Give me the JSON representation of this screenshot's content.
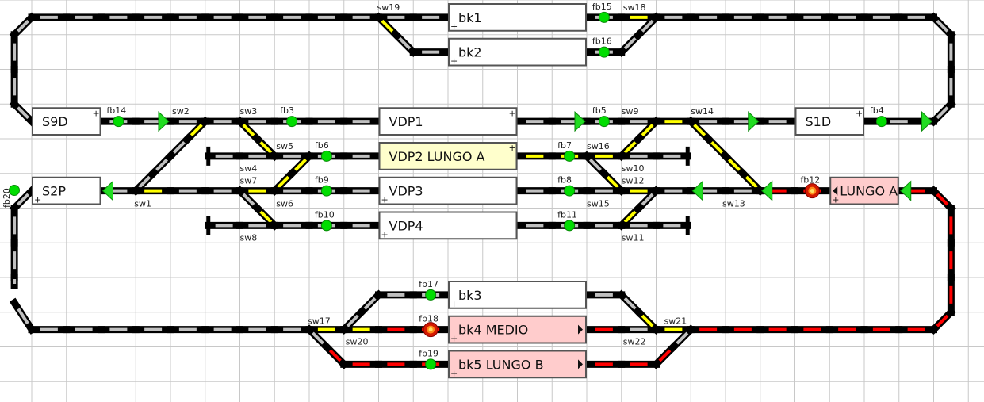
{
  "colors": {
    "rail": "#000000",
    "free": "#c0c0c0",
    "reserved": "#ffff00",
    "occupied": "#ff0000",
    "sensor_on": "#00dd00",
    "signal_green": "#22dd22",
    "block_free": "#ffffff",
    "block_reserved": "#ffffcc",
    "block_occupied": "#ffcccc",
    "grid": "#c8c8c8"
  },
  "blocks": [
    {
      "id": "bk1",
      "label": "bk1",
      "state": "free",
      "plus": "bottom-left"
    },
    {
      "id": "bk2",
      "label": "bk2",
      "state": "free",
      "plus": "bottom-left"
    },
    {
      "id": "S9D",
      "label": "S9D",
      "state": "free",
      "plus": "top-right"
    },
    {
      "id": "VDP1",
      "label": "VDP1",
      "state": "free",
      "plus": "top-right"
    },
    {
      "id": "S1D",
      "label": "S1D",
      "state": "free",
      "plus": "top-right"
    },
    {
      "id": "VDP2",
      "label": "VDP2 LUNGO A",
      "state": "reserved",
      "plus": "top-right"
    },
    {
      "id": "S2P",
      "label": "S2P",
      "state": "free",
      "plus": "bottom-left"
    },
    {
      "id": "VDP3",
      "label": "VDP3",
      "state": "free",
      "plus": "bottom-left"
    },
    {
      "id": "LUNGO",
      "label": "LUNGO A",
      "state": "occupied",
      "plus": "bottom-left",
      "direction": "left"
    },
    {
      "id": "VDP4",
      "label": "VDP4",
      "state": "free",
      "plus": "bottom-left"
    },
    {
      "id": "bk3",
      "label": "bk3",
      "state": "free",
      "plus": "bottom-left"
    },
    {
      "id": "bk4",
      "label": "bk4 MEDIO",
      "state": "occupied",
      "plus": "bottom-left",
      "direction": "right"
    },
    {
      "id": "bk5",
      "label": "bk5 LUNGO B",
      "state": "occupied",
      "plus": "bottom-left",
      "direction": "right"
    }
  ],
  "sensors": [
    {
      "id": "fb14",
      "label": "fb14",
      "state": "on"
    },
    {
      "id": "fb3",
      "label": "fb3",
      "state": "on"
    },
    {
      "id": "fb15",
      "label": "fb15",
      "state": "on"
    },
    {
      "id": "fb16",
      "label": "fb16",
      "state": "on"
    },
    {
      "id": "fb5",
      "label": "fb5",
      "state": "on"
    },
    {
      "id": "fb4",
      "label": "fb4",
      "state": "on"
    },
    {
      "id": "fb6",
      "label": "fb6",
      "state": "on"
    },
    {
      "id": "fb7",
      "label": "fb7",
      "state": "on"
    },
    {
      "id": "fb9",
      "label": "fb9",
      "state": "on"
    },
    {
      "id": "fb8",
      "label": "fb8",
      "state": "on"
    },
    {
      "id": "fb12",
      "label": "fb12",
      "state": "occupied"
    },
    {
      "id": "fb10",
      "label": "fb10",
      "state": "on"
    },
    {
      "id": "fb11",
      "label": "fb11",
      "state": "on"
    },
    {
      "id": "fb20",
      "label": "fb20",
      "state": "on"
    },
    {
      "id": "fb17",
      "label": "fb17",
      "state": "on"
    },
    {
      "id": "fb18",
      "label": "fb18",
      "state": "occupied"
    },
    {
      "id": "fb19",
      "label": "fb19",
      "state": "on"
    }
  ],
  "switches": [
    "sw1",
    "sw2",
    "sw3",
    "sw4",
    "sw5",
    "sw6",
    "sw7",
    "sw8",
    "sw9",
    "sw10",
    "sw11",
    "sw12",
    "sw13",
    "sw14",
    "sw15",
    "sw16",
    "sw17",
    "sw18",
    "sw19",
    "sw20",
    "sw21",
    "sw22"
  ],
  "signals": [
    {
      "id": "sig-s9d-out",
      "direction": "right",
      "aspect": "green"
    },
    {
      "id": "sig-vdp1-out",
      "direction": "right",
      "aspect": "green"
    },
    {
      "id": "sig-sw14-right",
      "direction": "right",
      "aspect": "green"
    },
    {
      "id": "sig-s1d-out",
      "direction": "right",
      "aspect": "green"
    },
    {
      "id": "sig-s2p-in",
      "direction": "left",
      "aspect": "green"
    },
    {
      "id": "sig-sw13-left",
      "direction": "left",
      "aspect": "green"
    },
    {
      "id": "sig-fb12-left",
      "direction": "left",
      "aspect": "green"
    },
    {
      "id": "sig-lungo-in",
      "direction": "left",
      "aspect": "green"
    }
  ]
}
